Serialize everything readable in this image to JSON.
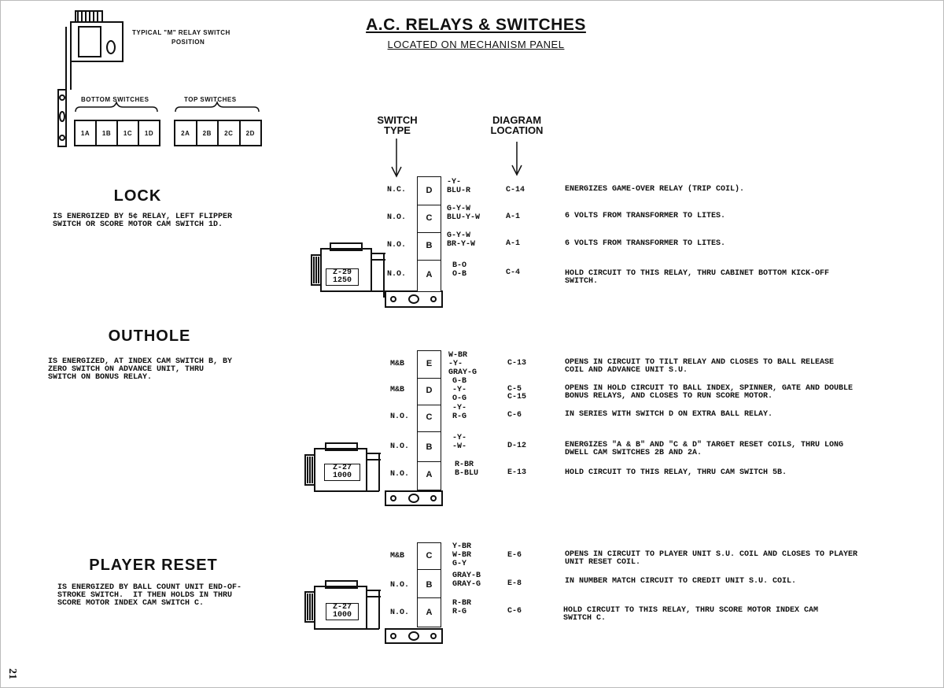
{
  "title": "A.C. RELAYS & SWITCHES",
  "subtitle": "LOCATED ON MECHANISM PANEL",
  "col_switch_type": [
    "SWITCH",
    "TYPE"
  ],
  "col_diagram_location": [
    "DIAGRAM",
    "LOCATION"
  ],
  "legend": {
    "caption_line1": "TYPICAL \"M\" RELAY SWITCH",
    "caption_line2": "POSITION",
    "bottom_label": "BOTTOM SWITCHES",
    "top_label": "TOP SWITCHES",
    "bottom": [
      "1A",
      "1B",
      "1C",
      "1D"
    ],
    "top": [
      "2A",
      "2B",
      "2C",
      "2D"
    ]
  },
  "relays": [
    {
      "name": "LOCK",
      "desc": "IS ENERGIZED BY 5¢ RELAY, LEFT FLIPPER\nSWITCH OR SCORE MOTOR CAM SWITCH 1D.",
      "coil": [
        "Z-29",
        "1250"
      ],
      "switches": [
        {
          "type": "N.C.",
          "letter": "D",
          "wires": "-Y-\nBLU-R",
          "loc": "C-14",
          "function": "ENERGIZES GAME-OVER RELAY (TRIP COIL)."
        },
        {
          "type": "N.O.",
          "letter": "C",
          "wires": "G-Y-W\nBLU-Y-W",
          "loc": "A-1",
          "function": "6 VOLTS FROM TRANSFORMER TO LITES."
        },
        {
          "type": "N.O.",
          "letter": "B",
          "wires": "G-Y-W\nBR-Y-W",
          "loc": "A-1",
          "function": "6 VOLTS FROM TRANSFORMER TO LITES."
        },
        {
          "type": "N.O.",
          "letter": "A",
          "wires": "B-O\nO-B",
          "loc": "C-4",
          "function": "HOLD CIRCUIT TO THIS RELAY, THRU CABINET BOTTOM KICK-OFF\nSWITCH."
        }
      ]
    },
    {
      "name": "OUTHOLE",
      "desc": "IS ENERGIZED, AT INDEX CAM SWITCH B, BY\nZERO SWITCH ON ADVANCE UNIT, THRU\nSWITCH ON BONUS RELAY.",
      "coil": [
        "Z-27",
        "1000"
      ],
      "switches": [
        {
          "type": "M&B",
          "letter": "E",
          "wires": "W-BR\n-Y-\nGRAY-G",
          "loc": "C-13",
          "function": "OPENS IN CIRCUIT TO TILT RELAY AND CLOSES TO BALL RELEASE\nCOIL AND ADVANCE UNIT S.U."
        },
        {
          "type": "M&B",
          "letter": "D",
          "wires": "G-B\n-Y-\nO-G",
          "loc": "C-5\nC-15",
          "function": "OPENS IN HOLD CIRCUIT TO BALL INDEX, SPINNER, GATE AND DOUBLE\nBONUS RELAYS, AND CLOSES TO RUN SCORE MOTOR."
        },
        {
          "type": "N.O.",
          "letter": "C",
          "wires": "-Y-\nR-G",
          "loc": "C-6",
          "function": "IN SERIES WITH SWITCH D ON EXTRA BALL RELAY."
        },
        {
          "type": "N.O.",
          "letter": "B",
          "wires": "-Y-\n-W-",
          "loc": "D-12",
          "function": "ENERGIZES \"A & B\" AND \"C & D\" TARGET RESET COILS, THRU LONG\nDWELL CAM SWITCHES 2B AND 2A."
        },
        {
          "type": "N.O.",
          "letter": "A",
          "wires": "R-BR\nB-BLU",
          "loc": "E-13",
          "function": "HOLD CIRCUIT TO THIS RELAY, THRU CAM SWITCH 5B."
        }
      ]
    },
    {
      "name": "PLAYER RESET",
      "desc": "IS ENERGIZED BY BALL COUNT UNIT END-OF-\nSTROKE SWITCH.  IT THEN HOLDS IN THRU\nSCORE MOTOR INDEX CAM SWITCH C.",
      "coil": [
        "Z-27",
        "1000"
      ],
      "switches": [
        {
          "type": "M&B",
          "letter": "C",
          "wires": "Y-BR\nW-BR\nG-Y",
          "loc": "E-6",
          "function": "OPENS IN CIRCUIT TO PLAYER UNIT S.U. COIL AND CLOSES TO PLAYER\nUNIT RESET COIL."
        },
        {
          "type": "N.O.",
          "letter": "B",
          "wires": "GRAY-B\nGRAY-G",
          "loc": "E-8",
          "function": "IN NUMBER MATCH CIRCUIT TO CREDIT UNIT S.U. COIL."
        },
        {
          "type": "N.O.",
          "letter": "A",
          "wires": "R-BR\nR-G",
          "loc": "C-6",
          "function": "HOLD CIRCUIT TO THIS RELAY, THRU SCORE MOTOR INDEX CAM\nSWITCH C."
        }
      ]
    }
  ],
  "page_number": "21"
}
